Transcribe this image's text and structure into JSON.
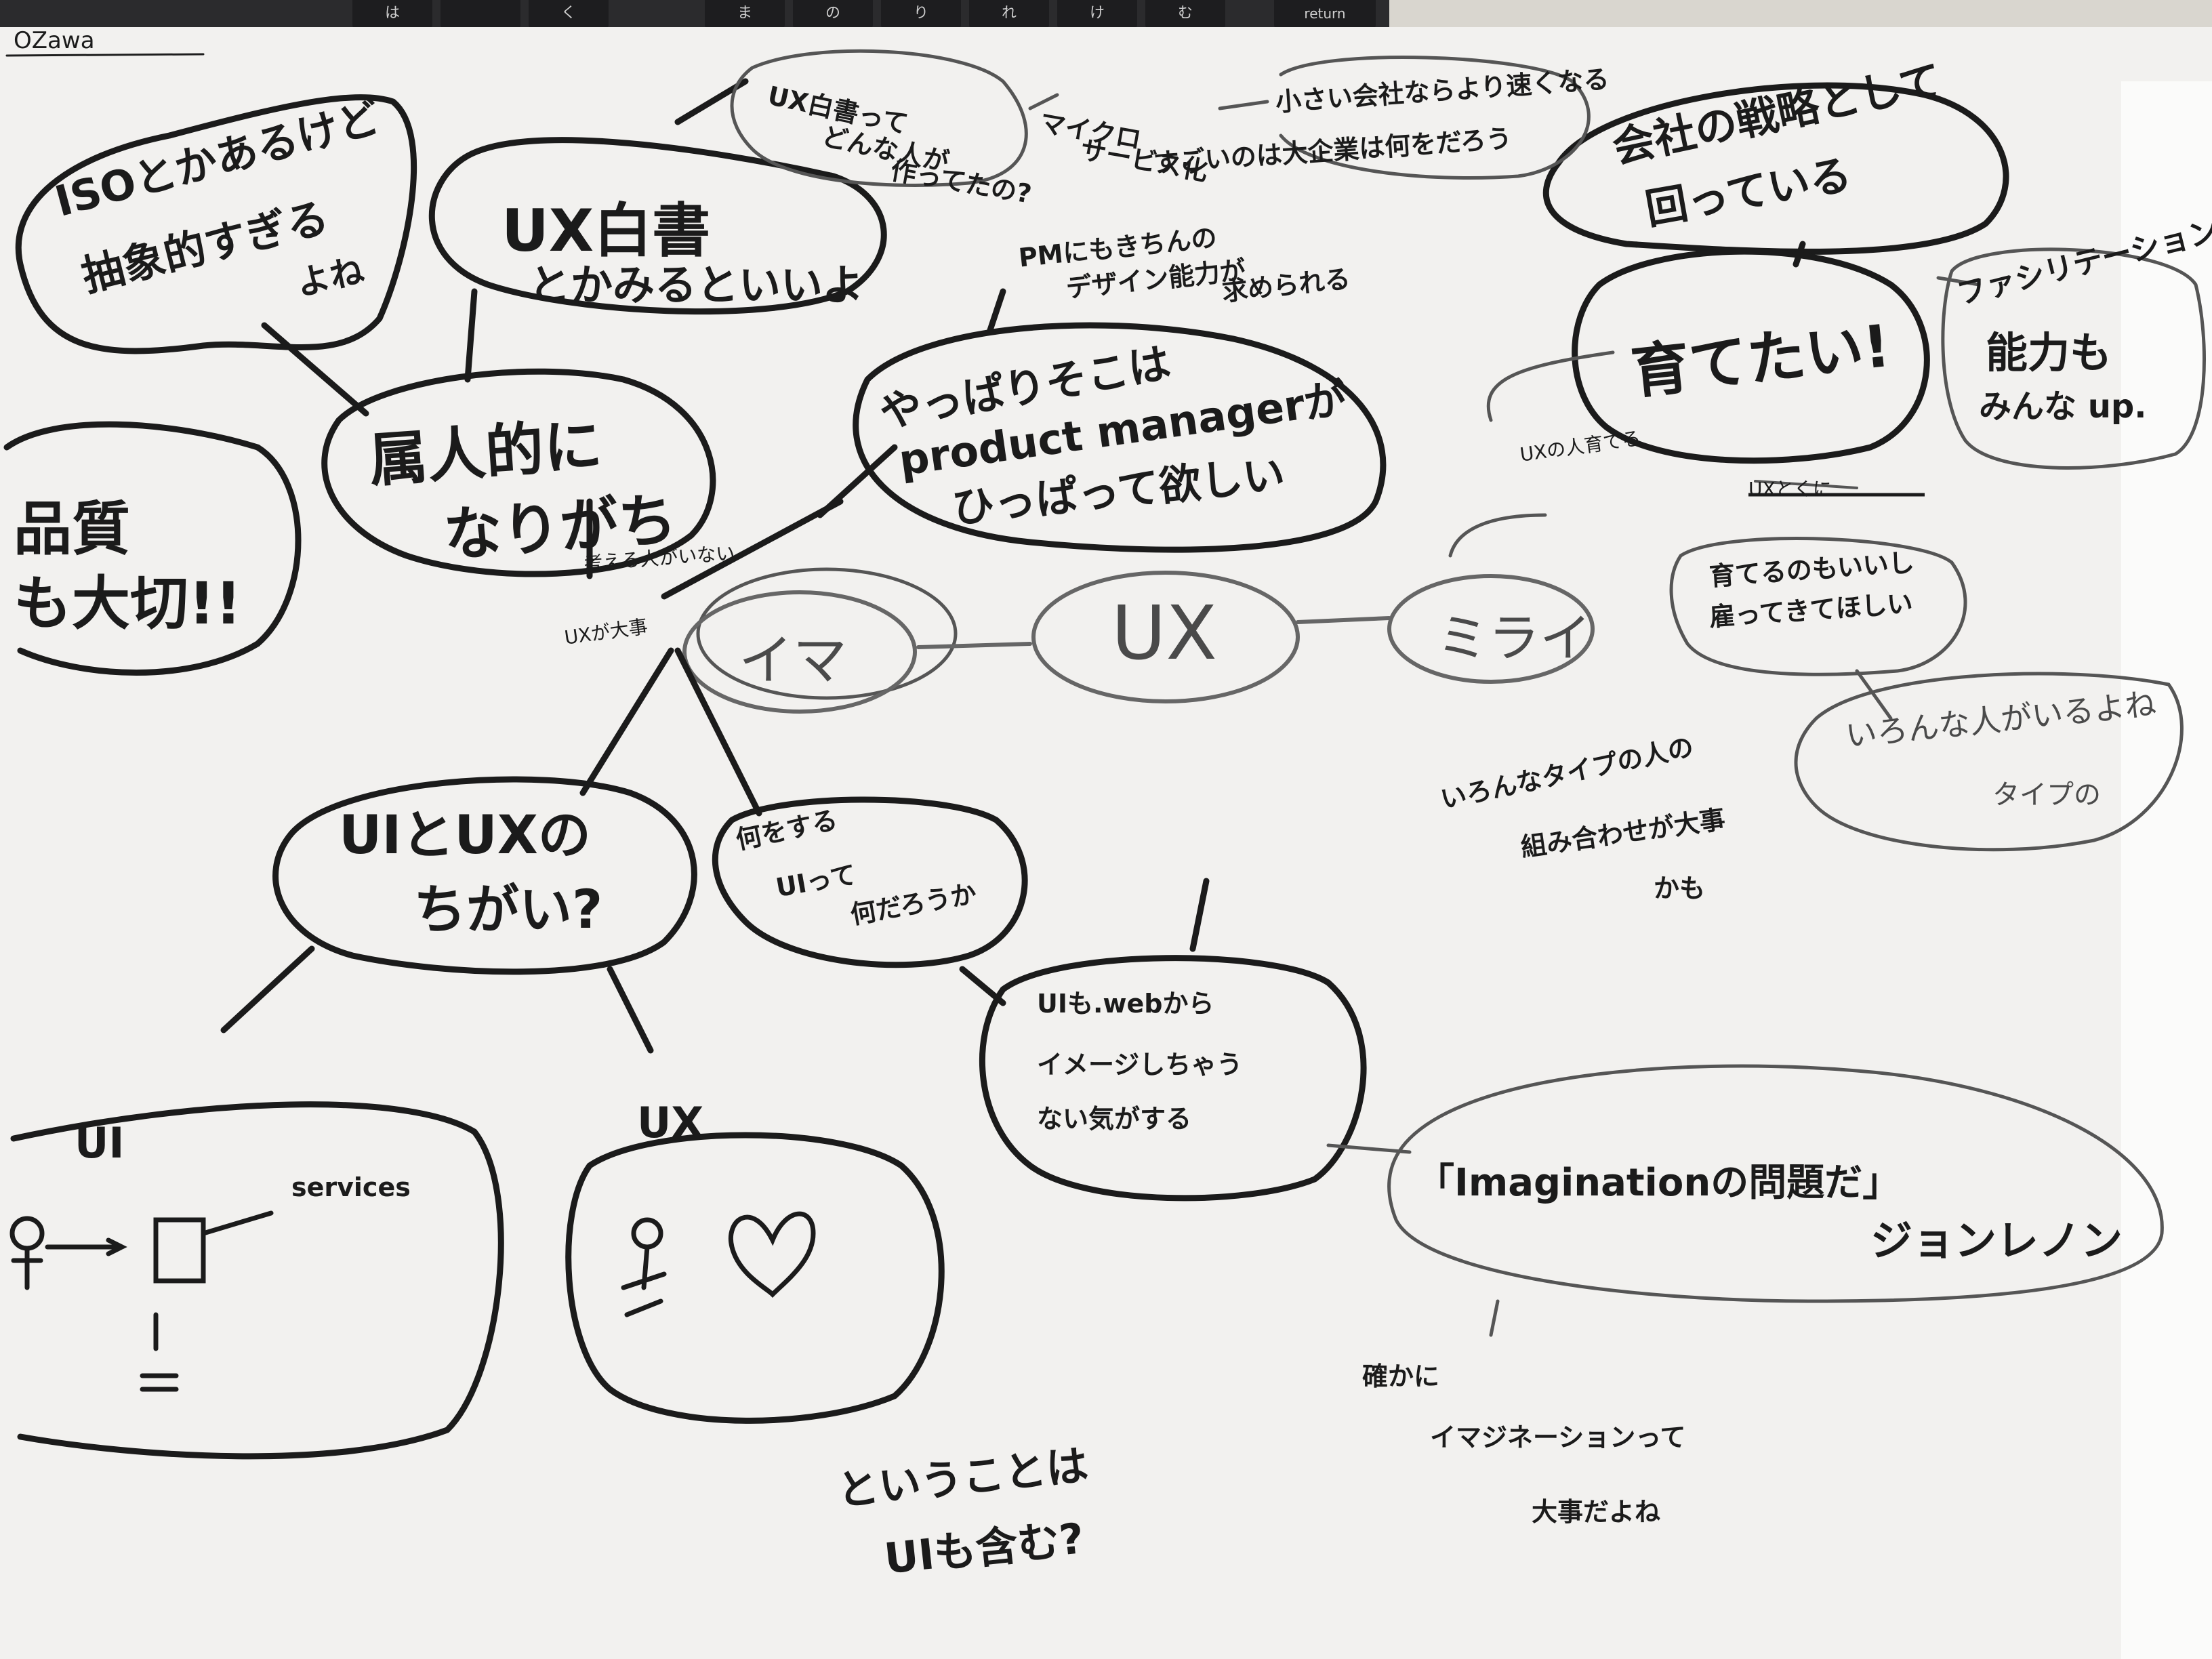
{
  "keyboard": {
    "keys": [
      "",
      "は",
      "",
      "く",
      "ま",
      "の",
      "り",
      "れ",
      "け",
      "む",
      "return"
    ]
  },
  "author": "OZawa",
  "nodes": {
    "center": "UX",
    "now": "イマ",
    "future": "ミライ"
  },
  "bubbles": {
    "iso": [
      "ISOとかあるけど",
      "抽象的すぎる",
      "よね"
    ],
    "ux_hakusho": [
      "UX白書",
      "とかみるといいよ"
    ],
    "ux_hakusho_q": [
      "UX白書って",
      "どんな人が",
      "作ってたの?"
    ],
    "quality": [
      "品質",
      "も大切!!"
    ],
    "zokujin": [
      "属人的に",
      "なりがち"
    ],
    "pm": [
      "やっぱりそこは",
      "product managerが",
      "ひっぱって欲しい"
    ],
    "strategy": [
      "会社の戦略として",
      "回っている"
    ],
    "sodate": "育てたい!",
    "facilitation": [
      "ファシリテーション",
      "能力も",
      "みんな up."
    ],
    "sodateru": [
      "育てるのもいいし",
      "雇ってきてほしい"
    ],
    "iron": [
      "いろんな人がいるよね",
      "タイプの"
    ],
    "ui_ux_diff": [
      "UIとUXの",
      "ちがい?"
    ],
    "nani": [
      "何をする",
      "UIって",
      "何だろうか"
    ],
    "ui_web": [
      "UIも.webから",
      "イメージしちゃう",
      "ない気がする"
    ],
    "imagination": [
      "「Imaginationの問題だ」",
      "ジョンレノン"
    ]
  },
  "notes": {
    "micro": [
      "マイクロ",
      "サービス化"
    ],
    "big_company": [
      "小さい会社ならより速くなる",
      "すごいのは大企業は何をだろう"
    ],
    "pm_req": [
      "PMにもきちんの",
      "デザイン能力が",
      "求められる"
    ],
    "kangaeru": "考える人がいない",
    "ux_dai": "UXが大事",
    "ux_sodate": "UXの人育てる",
    "ux_crossed": "UXとくに",
    "type_note": [
      "いろんなタイプの人の",
      "組み合わせが大事",
      "かも"
    ],
    "ui_label": "UI",
    "services": "services",
    "ux_label": "UX",
    "iukoto": [
      "ということは",
      "UIも含む?"
    ],
    "tashika": [
      "確かに",
      "イマジネーションって",
      "大事だよね"
    ]
  }
}
